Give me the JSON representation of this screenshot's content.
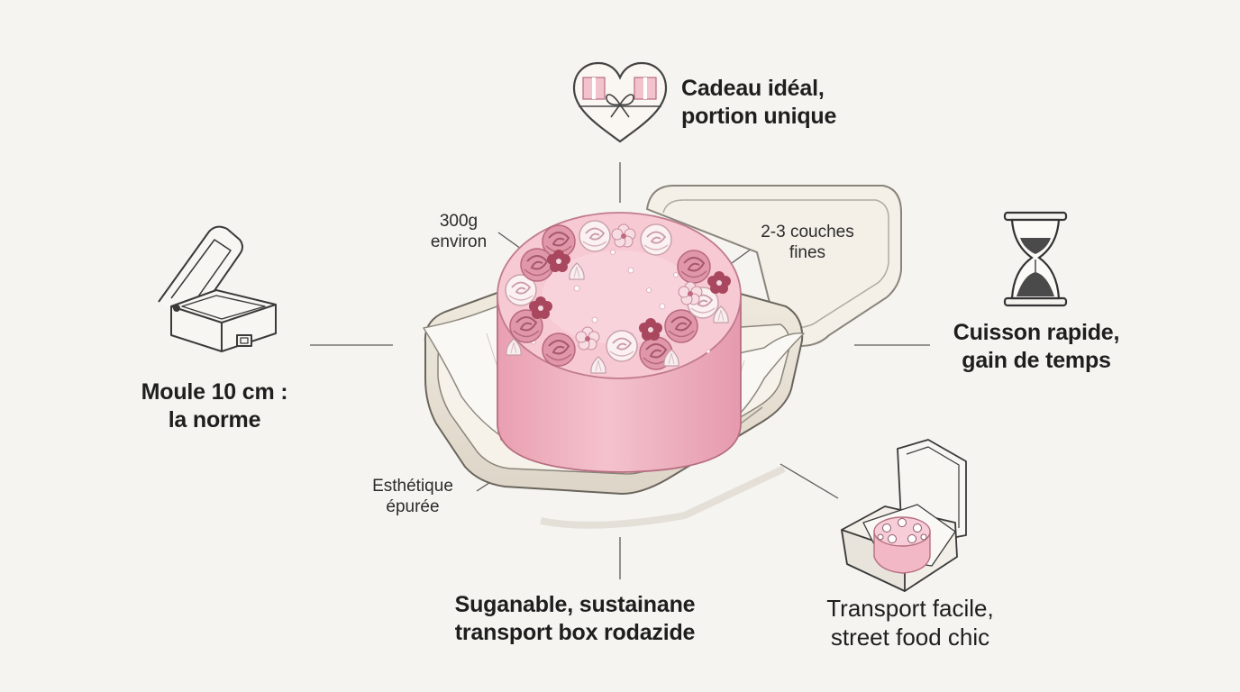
{
  "labels": {
    "gift": {
      "line1": "Cadeau idéal,",
      "line2": "portion unique"
    },
    "mold": {
      "line1": "Moule 10 cm :",
      "line2": "la norme"
    },
    "baking": {
      "line1": "Cuisson rapide,",
      "line2": "gain de temps"
    },
    "box": {
      "line1": "Suganable, sustainane",
      "line2": "transport box rodazide"
    },
    "transport": {
      "line1": "Transport facile,",
      "line2": "street food chic"
    }
  },
  "annotations": {
    "weight": {
      "line1": "300g",
      "line2": "environ"
    },
    "layers": {
      "line1": "2-3 couches",
      "line2": "fines"
    },
    "aesthetic": {
      "line1": "Esthétique",
      "line2": "épurée"
    }
  },
  "colors": {
    "background": "#f5f4f0",
    "cake_pink": "#f0b6c3",
    "rose_pink": "#d98ca0",
    "flower_burgundy": "#a8475e",
    "box_kraft": "#ebe5da",
    "line_gray": "#555555"
  },
  "icons": [
    "heart-gift-icon",
    "hourglass-icon",
    "springform-mold-icon",
    "mini-cake-box-icon"
  ]
}
